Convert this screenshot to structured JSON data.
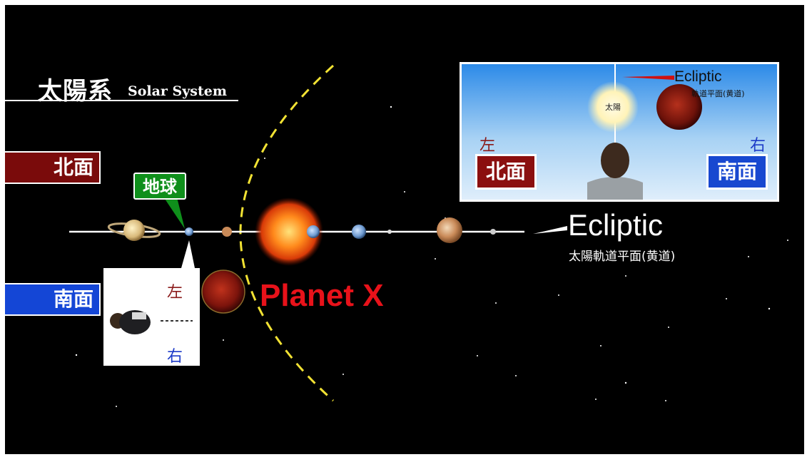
{
  "title": {
    "cn": "太陽系",
    "en": "Solar System"
  },
  "sides": {
    "north": "北面",
    "south": "南面"
  },
  "earth_label": "地球",
  "ecliptic": {
    "label": "Ecliptic",
    "sub": "太陽軌道平面(黄道)"
  },
  "planet_x": "Planet X",
  "person_box": {
    "left": "左",
    "right": "右"
  },
  "inset": {
    "ecliptic": "Ecliptic",
    "ecliptic_sub": "軌道平面(黄道)",
    "sun": "太陽",
    "left": "左",
    "right": "右",
    "north": "北面",
    "south": "南面"
  },
  "colors": {
    "north": "#7a0b0b",
    "south": "#1446d6",
    "earth_label": "#0f8f1b",
    "planet_x": "#e8121a",
    "orbit": "#f2e233"
  }
}
